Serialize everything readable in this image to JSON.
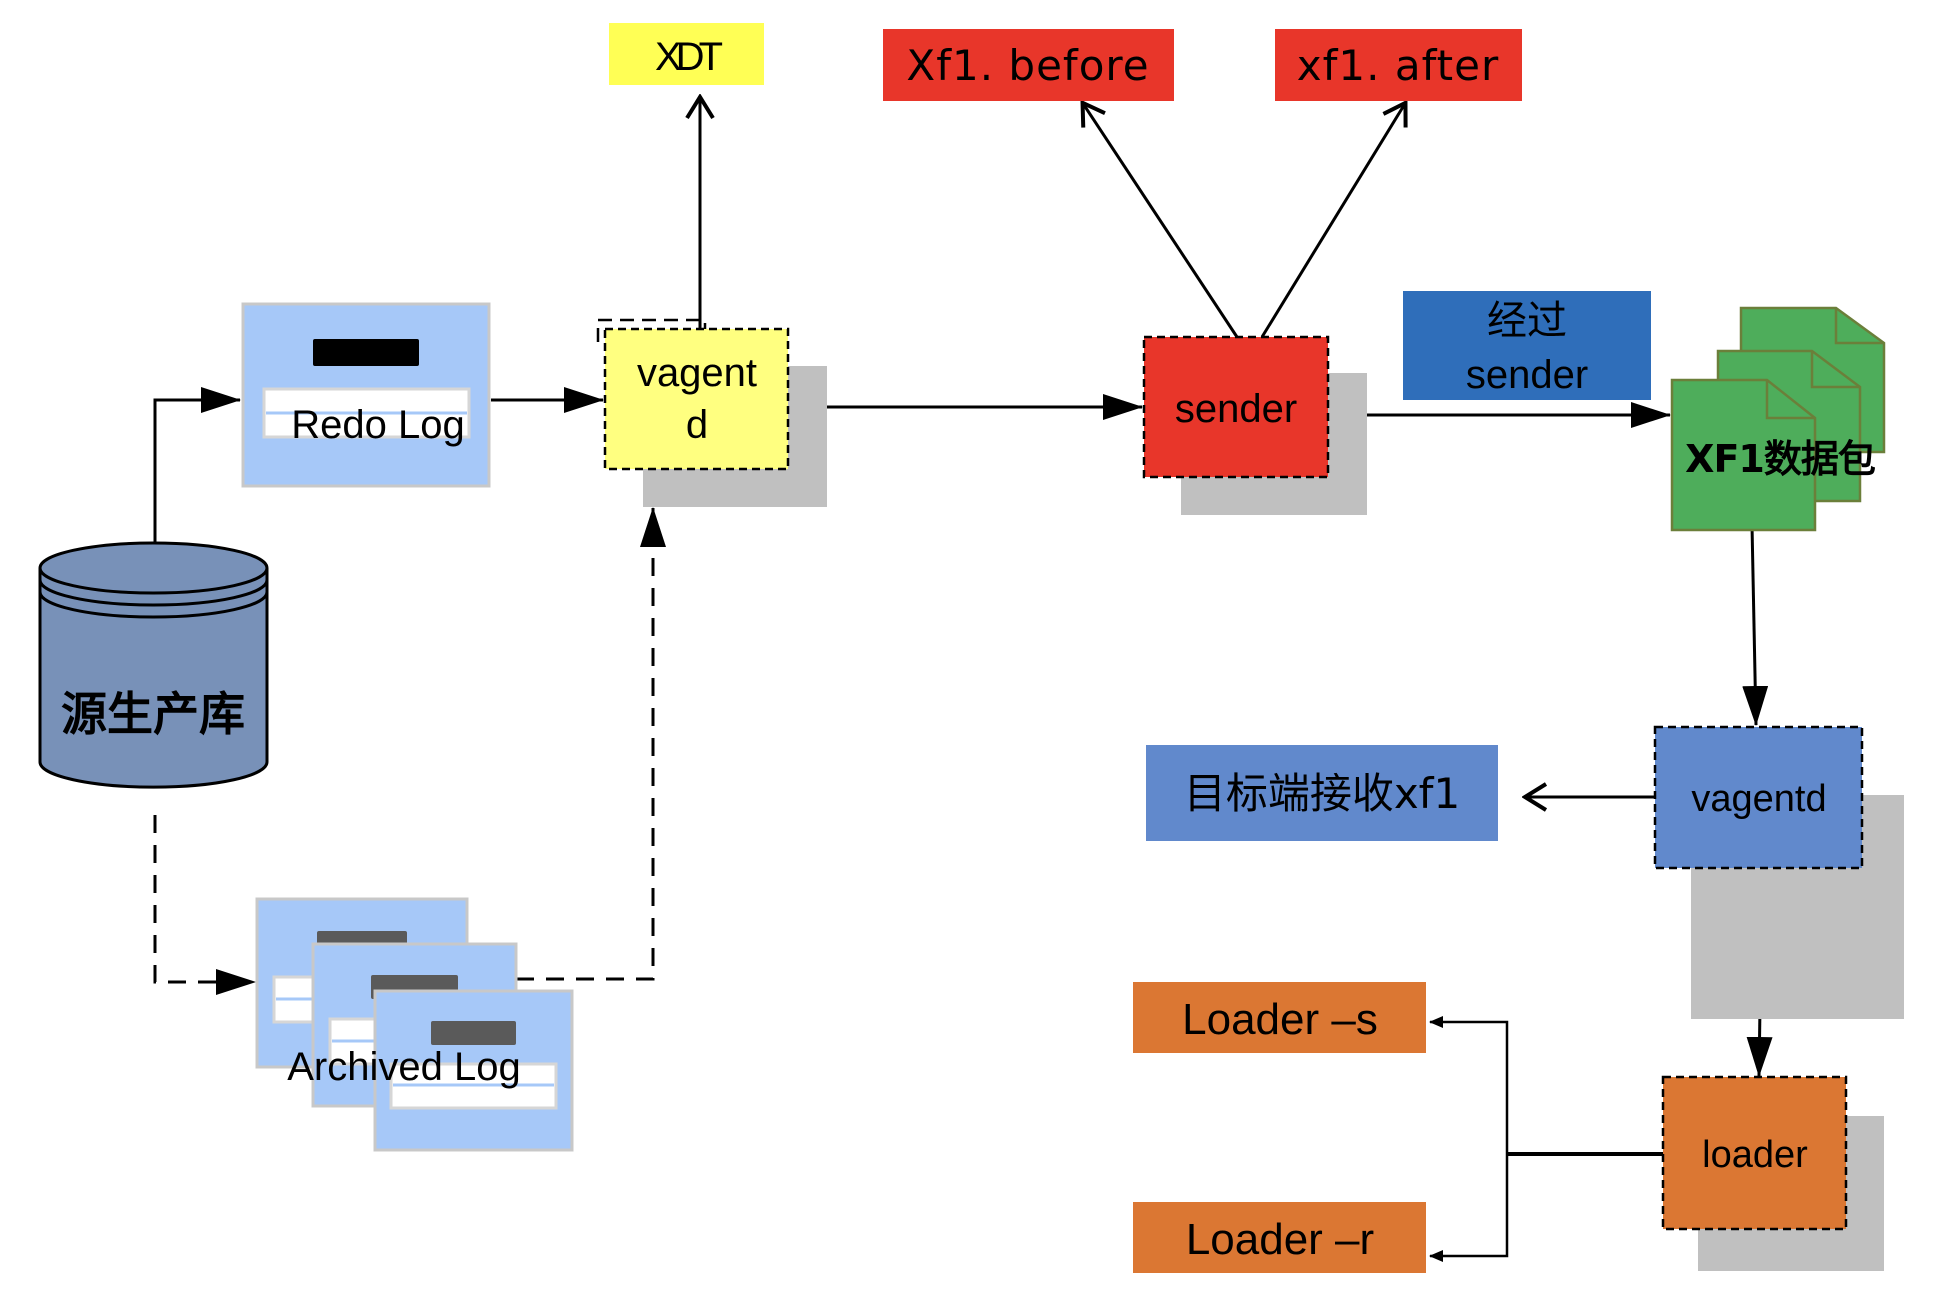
{
  "diagram": {
    "title": "",
    "nodes": {
      "source_db": {
        "label": "源生产库",
        "shape": "cylinder",
        "color": "#7891B8"
      },
      "redo_log": {
        "label": "Redo Log",
        "shape": "document-window",
        "color": "#A6C8F8"
      },
      "archived_log": {
        "label": "Archived Log",
        "shape": "stacked-windows",
        "color": "#A6C8F8"
      },
      "vagentd_source": {
        "label_line1": "vagent",
        "label_line2": "d",
        "shape": "dashed-box-shadow",
        "color": "#FFFF80"
      },
      "xdt": {
        "label": "XDT",
        "color": "#FFFF55"
      },
      "sender": {
        "label": "sender",
        "shape": "dashed-box-shadow",
        "color": "#E8362A"
      },
      "xf1_before": {
        "label": "Xf1. before",
        "color": "#E8362A"
      },
      "xf1_after": {
        "label": "xf1. after",
        "color": "#E8362A"
      },
      "via_sender": {
        "label_line1": "经过",
        "label_line2": "sender",
        "color": "#2F6EBA"
      },
      "xf1_packets": {
        "label": "XF1数据包",
        "shape": "stacked-documents",
        "color": "#4EAD5B"
      },
      "vagentd_target": {
        "label": "vagentd",
        "shape": "dashed-box-shadow",
        "color": "#6189CC"
      },
      "target_receive": {
        "label": "目标端接收xf1",
        "color": "#6189CC"
      },
      "loader": {
        "label": "loader",
        "shape": "dashed-box-shadow",
        "color": "#DB7733"
      },
      "loader_s": {
        "label": "Loader –s",
        "color": "#DB7733"
      },
      "loader_r": {
        "label": "Loader –r",
        "color": "#DB7733"
      }
    },
    "edges": [
      {
        "from": "source_db",
        "to": "redo_log",
        "style": "solid"
      },
      {
        "from": "source_db",
        "to": "archived_log",
        "style": "dashed"
      },
      {
        "from": "redo_log",
        "to": "vagentd_source",
        "style": "solid"
      },
      {
        "from": "archived_log",
        "to": "vagentd_source",
        "style": "dashed"
      },
      {
        "from": "vagentd_source",
        "to": "xdt",
        "style": "solid"
      },
      {
        "from": "vagentd_source",
        "to": "sender",
        "style": "solid"
      },
      {
        "from": "sender",
        "to": "xf1_before",
        "style": "solid"
      },
      {
        "from": "sender",
        "to": "xf1_after",
        "style": "solid"
      },
      {
        "from": "sender",
        "to": "xf1_packets",
        "style": "solid"
      },
      {
        "from": "xf1_packets",
        "to": "vagentd_target",
        "style": "solid"
      },
      {
        "from": "vagentd_target",
        "to": "target_receive",
        "style": "solid"
      },
      {
        "from": "vagentd_target",
        "to": "loader",
        "style": "solid"
      },
      {
        "from": "loader",
        "to": "loader_s",
        "style": "solid"
      },
      {
        "from": "loader",
        "to": "loader_r",
        "style": "solid"
      }
    ],
    "shadow_color": "#C0C0C0"
  }
}
